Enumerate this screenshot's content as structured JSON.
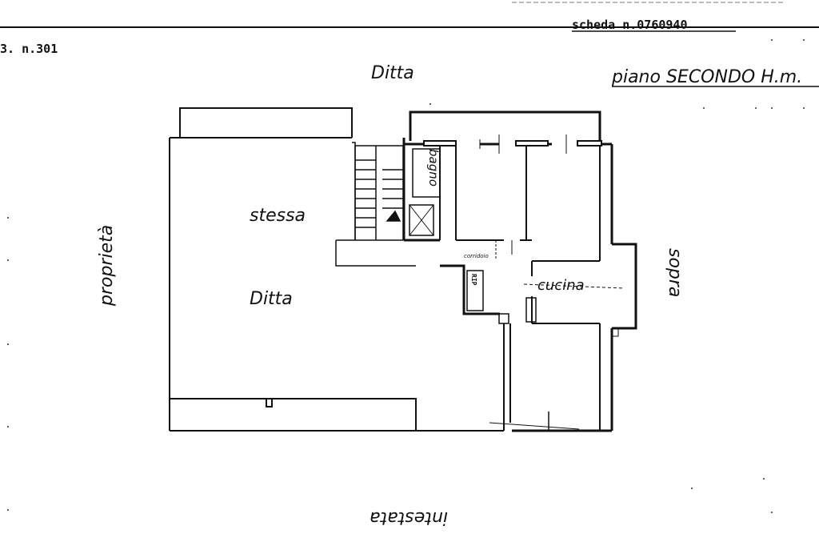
{
  "header": {
    "scheda": "scheda n.0760940",
    "ref": "3. n.301",
    "piano": "piano SECONDO H.m."
  },
  "labels": {
    "ditta_top": "Ditta",
    "stessa": "stessa",
    "ditta_center": "Ditta",
    "proprieta": "proprietà",
    "sopra": "sopra",
    "intestata": "intestata",
    "bagno": "bagno",
    "cucina": "cucina",
    "corridoio": "corridoio",
    "rip": "RIP"
  }
}
